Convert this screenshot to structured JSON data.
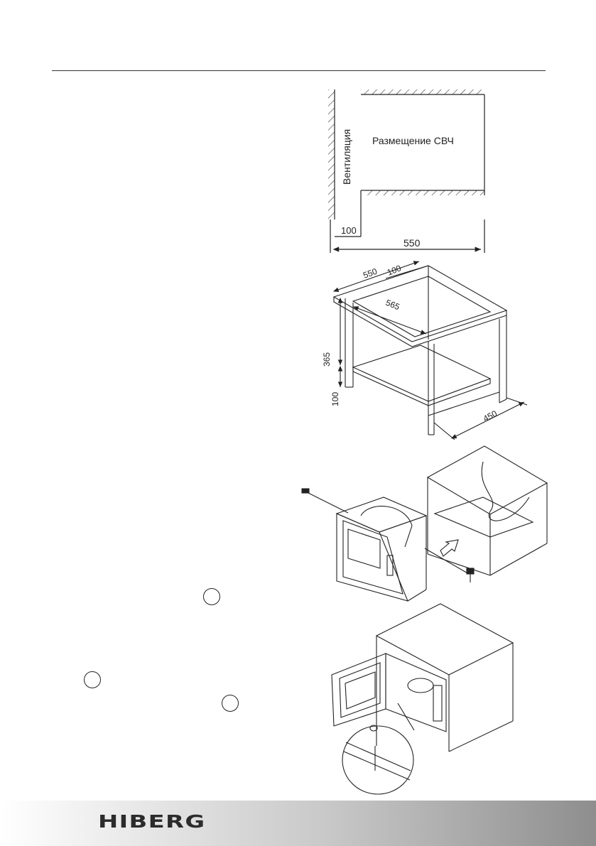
{
  "diagram1": {
    "room_label": "Размещение СВЧ",
    "vent_label": "Вентиляция",
    "dim_small": "100",
    "dim_large": "550"
  },
  "diagram2": {
    "dim_top_width": "550",
    "dim_top_offset": "100",
    "dim_depth": "565",
    "dim_height": "365",
    "dim_base": "100",
    "dim_side": "450"
  },
  "brand": {
    "name": "HIBERG"
  }
}
